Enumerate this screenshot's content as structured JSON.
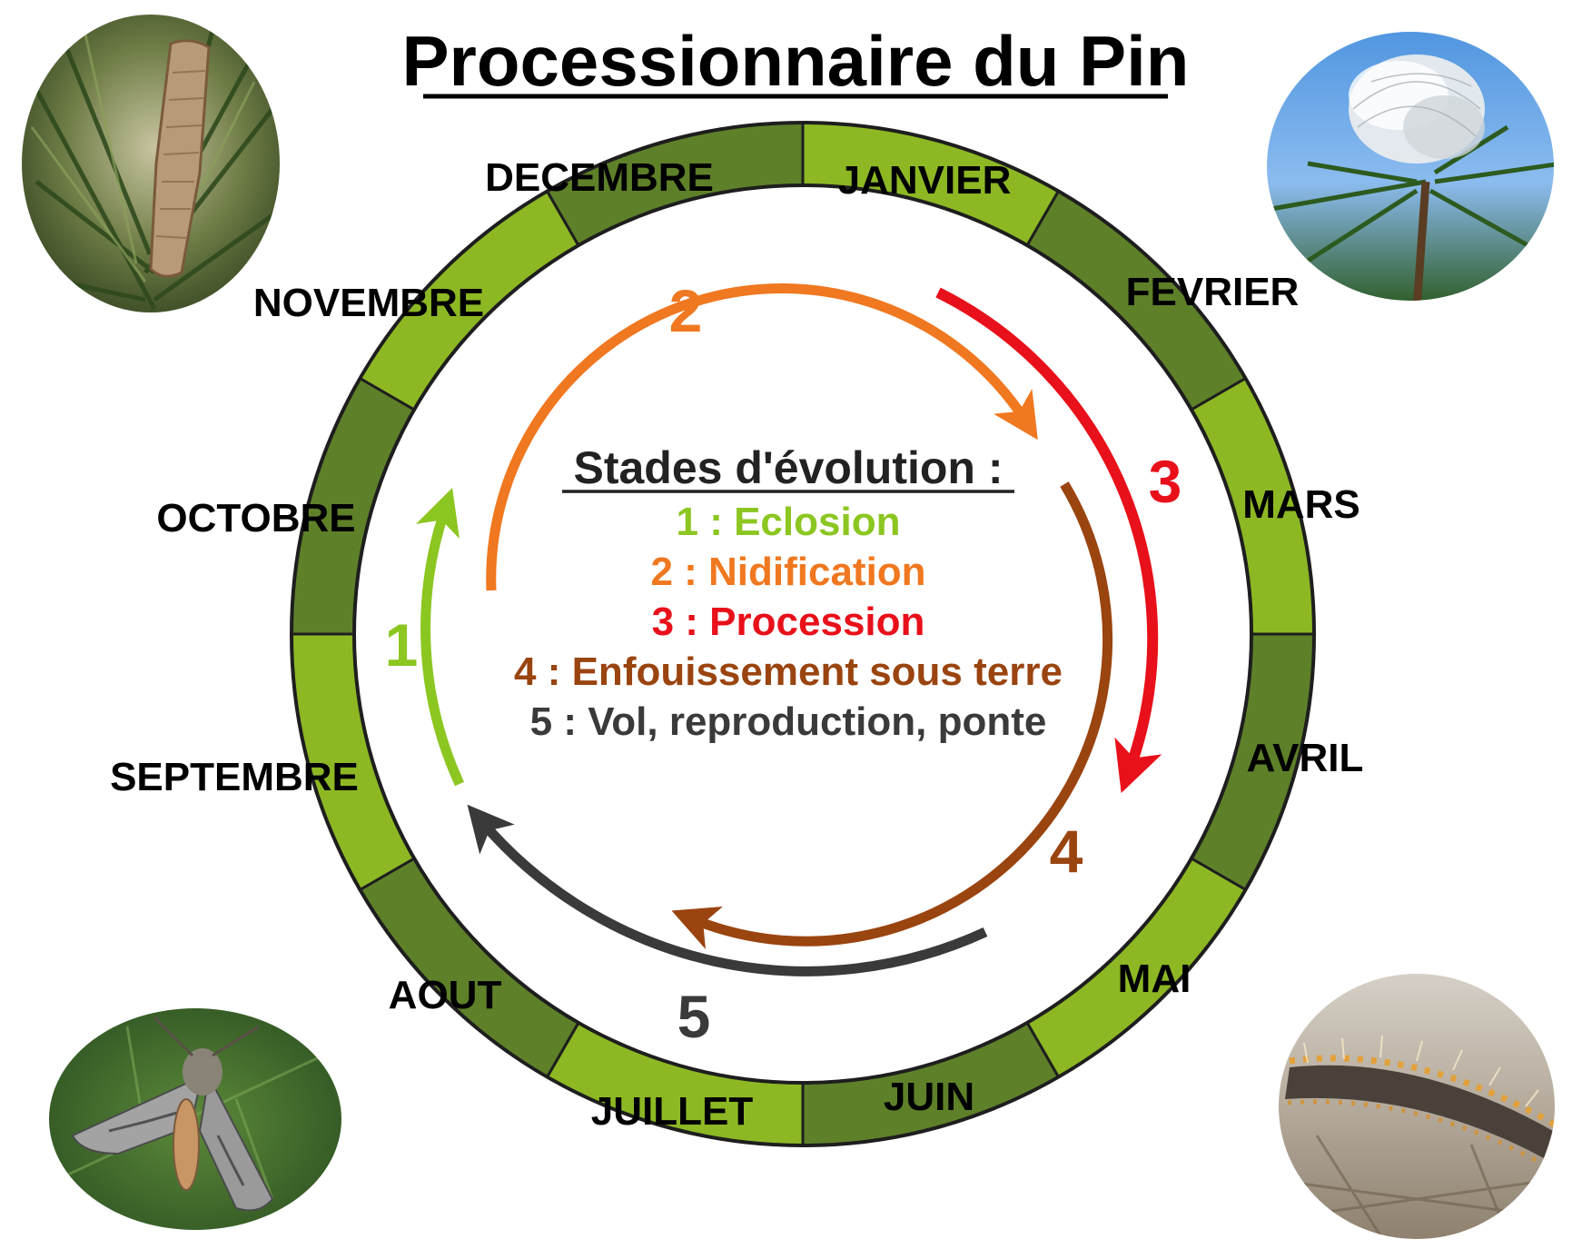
{
  "title": "Processionnaire du Pin",
  "months": [
    {
      "id": "janvier",
      "label": "JANVIER"
    },
    {
      "id": "fevrier",
      "label": "FEVRIER"
    },
    {
      "id": "mars",
      "label": "MARS"
    },
    {
      "id": "avril",
      "label": "AVRIL"
    },
    {
      "id": "mai",
      "label": "MAI"
    },
    {
      "id": "juin",
      "label": "JUIN"
    },
    {
      "id": "juillet",
      "label": "JUILLET"
    },
    {
      "id": "aout",
      "label": "AOUT"
    },
    {
      "id": "septembre",
      "label": "SEPTEMBRE"
    },
    {
      "id": "octobre",
      "label": "OCTOBRE"
    },
    {
      "id": "novembre",
      "label": "NOVEMBRE"
    },
    {
      "id": "decembre",
      "label": "DECEMBRE"
    }
  ],
  "ring_colors": {
    "light": "#8db824",
    "dark": "#5e8029",
    "border": "#1e1e1e"
  },
  "legend": {
    "heading": "Stades d'évolution :",
    "items": [
      {
        "text": "1 : Eclosion",
        "color": "#8cc621"
      },
      {
        "text": "2 : Nidification",
        "color": "#f07820"
      },
      {
        "text": "3 : Procession",
        "color": "#e8101a"
      },
      {
        "text": "4 : Enfouissement sous terre",
        "color": "#9a4410"
      },
      {
        "text": "5 : Vol, reproduction, ponte",
        "color": "#3a3a3a"
      }
    ]
  },
  "stages": [
    {
      "number": "1",
      "color": "#8cc621"
    },
    {
      "number": "2",
      "color": "#f07820"
    },
    {
      "number": "3",
      "color": "#e8101a"
    },
    {
      "number": "4",
      "color": "#9a4410"
    },
    {
      "number": "5",
      "color": "#3a3a3a"
    }
  ],
  "photos": [
    {
      "id": "pine-needles-eggs",
      "icon": "pine-needle-eggs-photo"
    },
    {
      "id": "silk-nest",
      "icon": "silk-nest-photo"
    },
    {
      "id": "moth",
      "icon": "moth-photo"
    },
    {
      "id": "caterpillars",
      "icon": "caterpillar-procession-photo"
    }
  ]
}
